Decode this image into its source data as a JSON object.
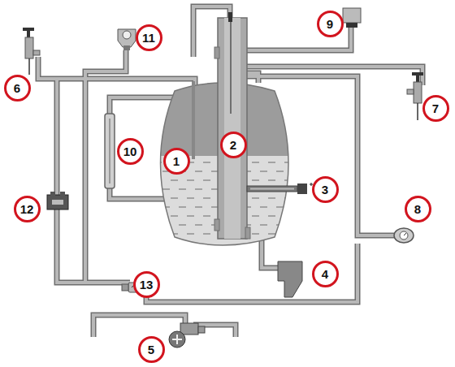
{
  "diagram": {
    "nodes": [
      {
        "text": [
          "9"
        ]
      },
      {
        "text": [
          "11"
        ]
      },
      {
        "text": [
          "6"
        ]
      },
      {
        "text": [
          "7"
        ]
      },
      {
        "text": [
          "2"
        ]
      },
      {
        "text": [
          "10"
        ]
      },
      {
        "text": [
          "1"
        ]
      },
      {
        "text": [
          "3"
        ]
      },
      {
        "text": [
          "12"
        ]
      },
      {
        "text": [
          "8"
        ]
      },
      {
        "text": [
          "4"
        ]
      },
      {
        "text": [
          "13"
        ]
      },
      {
        "text": [
          "5"
        ]
      }
    ]
  }
}
